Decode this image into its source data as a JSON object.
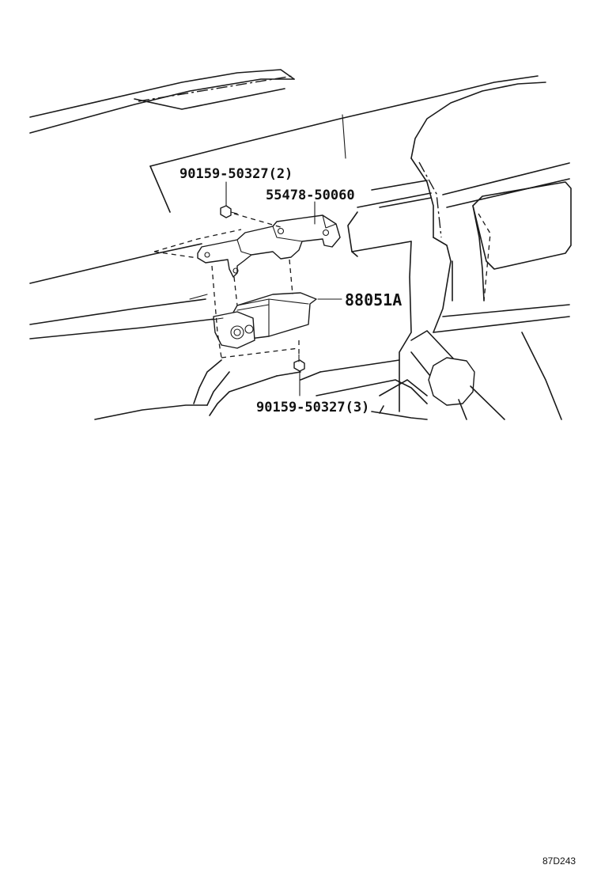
{
  "callouts": {
    "bolt_top": "90159-50327(2)",
    "bracket": "55478-50060",
    "module": "88051A",
    "bolt_bottom": "90159-50327(3)"
  },
  "figure_code": "87D243",
  "colors": {
    "ink": "#1a1a1a",
    "background": "#ffffff"
  }
}
